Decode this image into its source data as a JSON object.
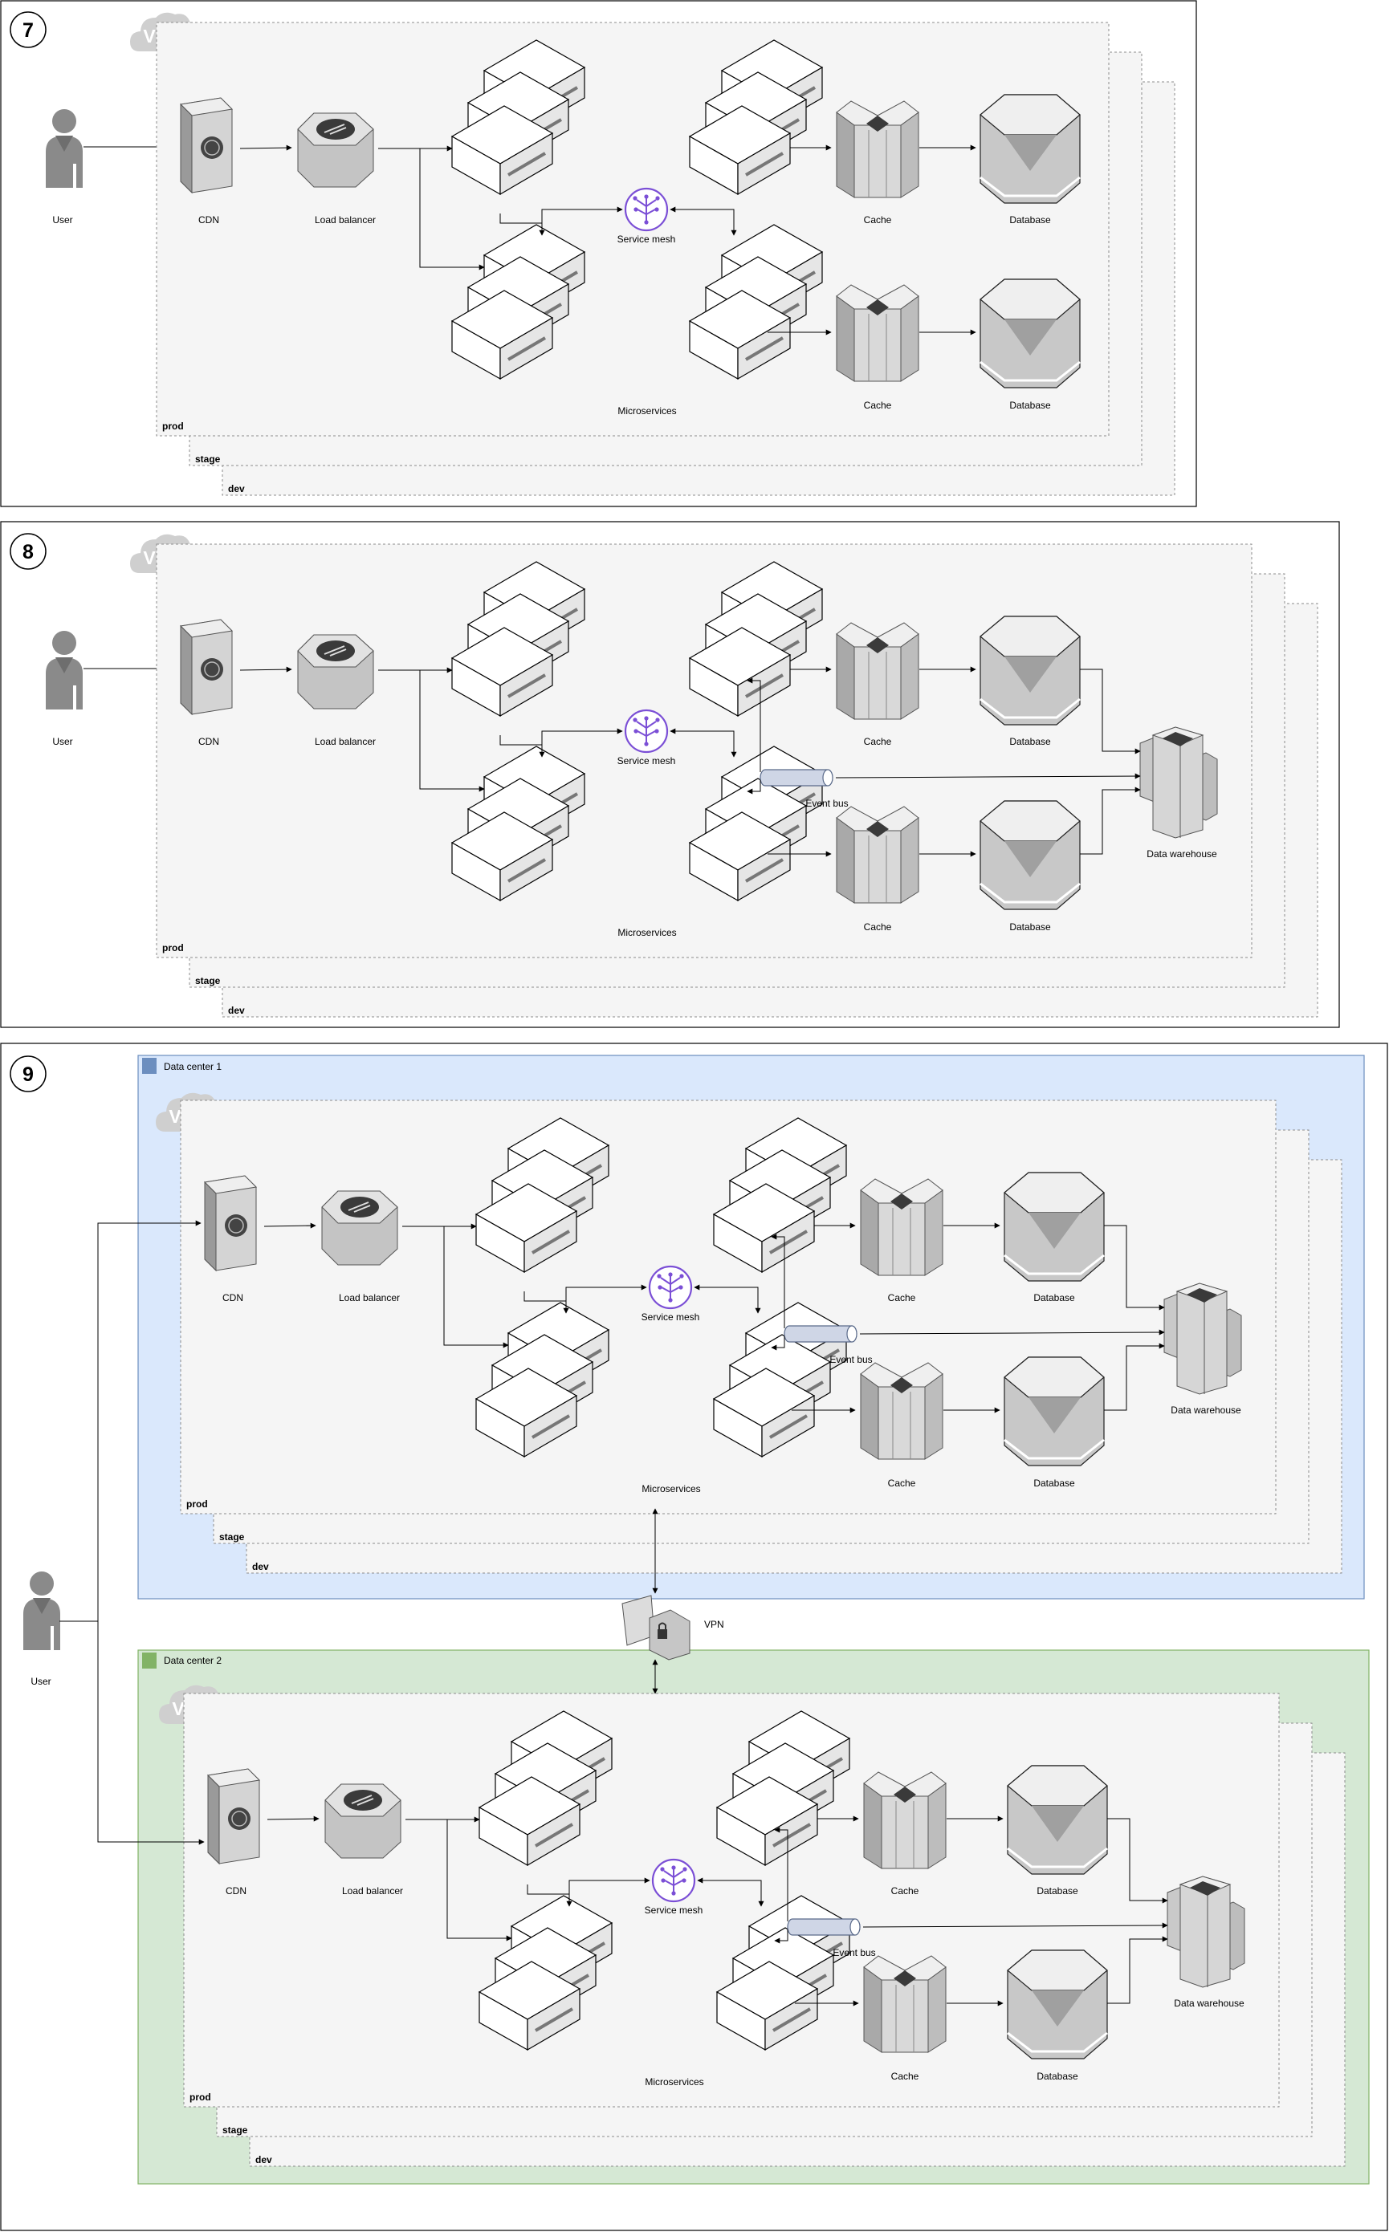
{
  "colors": {
    "panel_border": "#000000",
    "env_fill": "#f5f5f5",
    "env_border": "#8c8c8c",
    "dc1_fill": "#dae8fc",
    "dc1_border": "#6c8ebf",
    "dc2_fill": "#d5e8d4",
    "dc2_border": "#82b366",
    "service_mesh": "#7b4fd6",
    "event_bus_fill": "#cfd6e6",
    "arrow": "#000000"
  },
  "panels": [
    {
      "number": "7",
      "vpc": "VPC",
      "user": "User",
      "cdn": "CDN",
      "load_balancer": "Load balancer",
      "service_mesh": "Service mesh",
      "microservices": "Microservices",
      "cache_top": "Cache",
      "database_top": "Database",
      "cache_bottom": "Cache",
      "database_bottom": "Database",
      "environments": [
        "prod",
        "stage",
        "dev"
      ]
    },
    {
      "number": "8",
      "vpc": "VPC",
      "user": "User",
      "cdn": "CDN",
      "load_balancer": "Load balancer",
      "service_mesh": "Service mesh",
      "microservices": "Microservices",
      "cache_top": "Cache",
      "database_top": "Database",
      "cache_bottom": "Cache",
      "database_bottom": "Database",
      "event_bus": "Event bus",
      "data_warehouse": "Data warehouse",
      "environments": [
        "prod",
        "stage",
        "dev"
      ]
    },
    {
      "number": "9",
      "user": "User",
      "vpn": "VPN",
      "data_centers": [
        {
          "title": "Data center 1",
          "vpc": "VPC",
          "cdn": "CDN",
          "load_balancer": "Load balancer",
          "service_mesh": "Service mesh",
          "microservices": "Microservices",
          "cache_top": "Cache",
          "database_top": "Database",
          "cache_bottom": "Cache",
          "database_bottom": "Database",
          "event_bus": "Event bus",
          "data_warehouse": "Data warehouse",
          "environments": [
            "prod",
            "stage",
            "dev"
          ]
        },
        {
          "title": "Data center 2",
          "vpc": "VPC",
          "cdn": "CDN",
          "load_balancer": "Load balancer",
          "service_mesh": "Service mesh",
          "microservices": "Microservices",
          "cache_top": "Cache",
          "database_top": "Database",
          "cache_bottom": "Cache",
          "database_bottom": "Database",
          "event_bus": "Event bus",
          "data_warehouse": "Data warehouse",
          "environments": [
            "prod",
            "stage",
            "dev"
          ]
        }
      ]
    }
  ]
}
